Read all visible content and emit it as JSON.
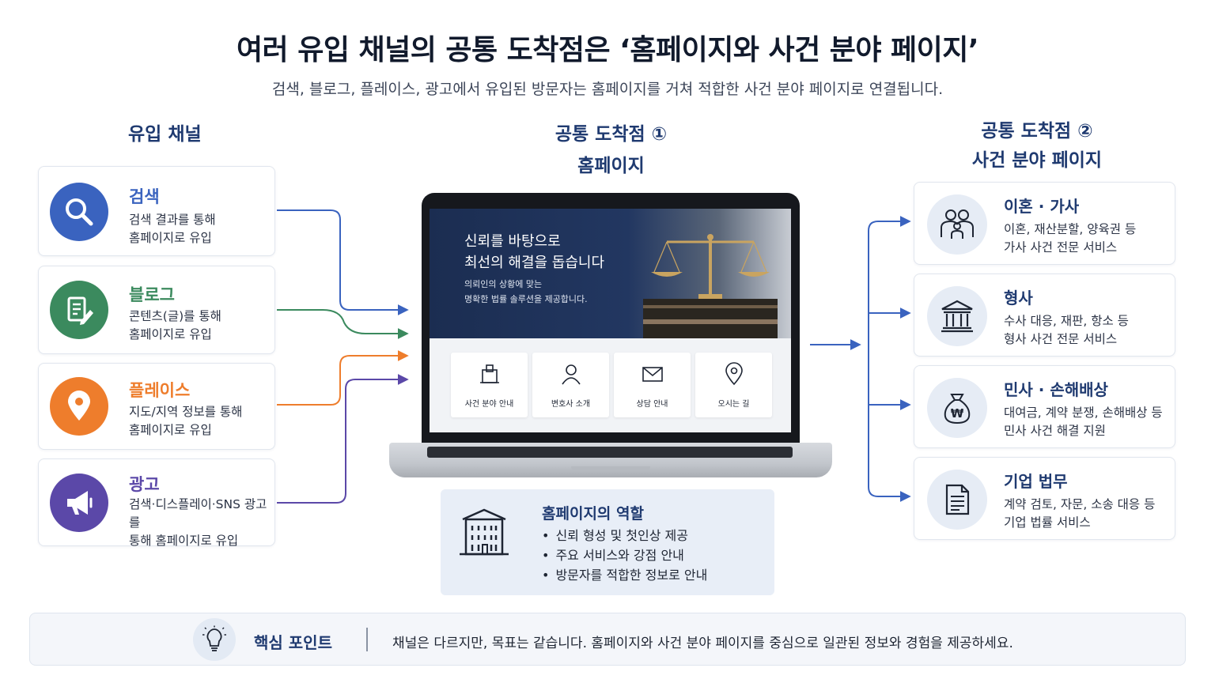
{
  "title": "여러 유입 채널의 공통 도착점은 ‘홈페이지와 사건 분야 페이지’",
  "subtitle": "검색, 블로그, 플레이스, 광고에서 유입된 방문자는 홈페이지를 거쳐 적합한 사건 분야 페이지로 연결됩니다.",
  "columns": {
    "channels": "유입 채널",
    "landing1_line1": "공통 도착점 ①",
    "landing1_line2": "홈페이지",
    "landing2_line1": "공통 도착점 ②",
    "landing2_line2": "사건 분야 페이지"
  },
  "channels": [
    {
      "title": "검색",
      "desc1": "검색 결과를 통해",
      "desc2": "홈페이지로 유입",
      "color": "#3a63bf",
      "icon": "search-icon"
    },
    {
      "title": "블로그",
      "desc1": "콘텐츠(글)를 통해",
      "desc2": "홈페이지로 유입",
      "color": "#3b8a5e",
      "icon": "document-pen-icon"
    },
    {
      "title": "플레이스",
      "desc1": "지도/지역 정보를 통해",
      "desc2": "홈페이지로 유입",
      "color": "#ee7d2c",
      "icon": "map-pin-icon"
    },
    {
      "title": "광고",
      "desc1": "검색·디스플레이·SNS 광고를",
      "desc2": "통해 홈페이지로 유입",
      "color": "#5b48a8",
      "icon": "megaphone-icon"
    }
  ],
  "homepage": {
    "hero_line1": "신뢰를 바탕으로",
    "hero_line2": "최선의 해결을 돕습니다",
    "hero_sub1": "의뢰인의 상황에 맞는",
    "hero_sub2": "명확한 법률 솔루션을 제공합니다.",
    "menu": [
      {
        "label": "사건 분야 안내",
        "icon": "building-icon"
      },
      {
        "label": "변호사 소개",
        "icon": "person-icon"
      },
      {
        "label": "상담 안내",
        "icon": "mail-icon"
      },
      {
        "label": "오시는 길",
        "icon": "location-icon"
      }
    ]
  },
  "role": {
    "title": "홈페이지의 역할",
    "items": [
      "신뢰 형성 및 첫인상 제공",
      "주요 서비스와 강점 안내",
      "방문자를 적합한 정보로 안내"
    ]
  },
  "fields": [
    {
      "title": "이혼 · 가사",
      "desc1": "이혼, 재산분할, 양육권 등",
      "desc2": "가사 사건 전문 서비스",
      "icon": "family-icon"
    },
    {
      "title": "형사",
      "desc1": "수사 대응, 재판, 항소 등",
      "desc2": "형사 사건 전문 서비스",
      "icon": "courthouse-icon"
    },
    {
      "title": "민사 · 손해배상",
      "desc1": "대여금, 계약 분쟁, 손해배상 등",
      "desc2": "민사 사건 해결 지원",
      "icon": "money-bag-icon"
    },
    {
      "title": "기업 법무",
      "desc1": "계약 검토, 자문, 소송 대응 등",
      "desc2": "기업 법률 서비스",
      "icon": "document-icon"
    }
  ],
  "keypoint": {
    "label": "핵심 포인트",
    "text": "채널은 다르지만, 목표는 같습니다. 홈페이지와 사건 분야 페이지를 중심으로 일관된 정보와 경험을 제공하세요.",
    "icon": "lightbulb-icon"
  },
  "colors": {
    "navy": "#1f3a70",
    "arrow_blue": "#3a63bf",
    "blog_green": "#3b8a5e",
    "place_orange": "#ee7d2c",
    "ad_purple": "#5b48a8"
  }
}
